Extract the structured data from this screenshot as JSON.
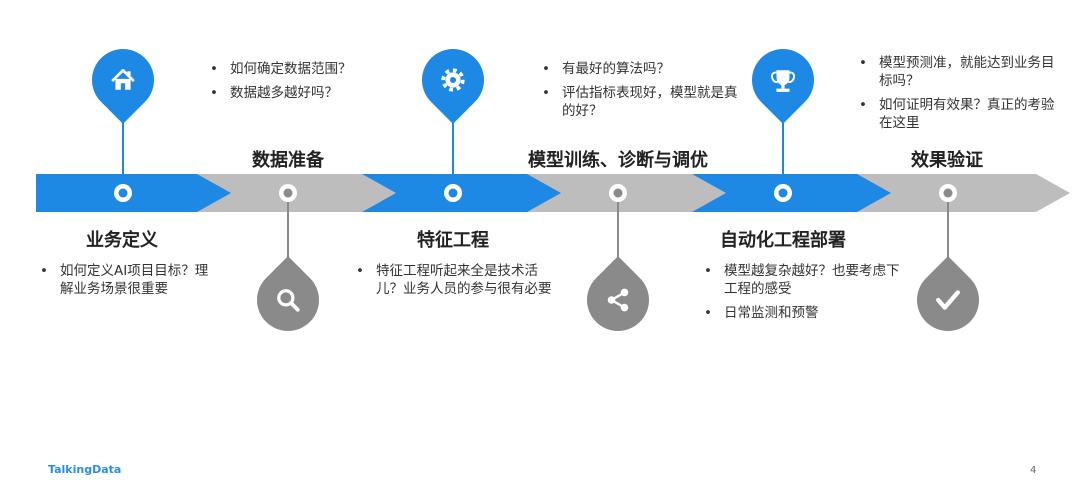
{
  "colors": {
    "blue": "#1e88e5",
    "grey": "#8a8a8a",
    "arrow_grey": "#bdbdbd"
  },
  "stages": [
    {
      "title": "业务定义",
      "color": "blue",
      "icon": "home-icon",
      "bullets": [
        "如何定义AI项目目标？理解业务场景很重要"
      ]
    },
    {
      "title": "数据准备",
      "color": "grey",
      "icon": "search-icon",
      "bullets": [
        "如何确定数据范围？",
        "数据越多越好吗？"
      ]
    },
    {
      "title": "特征工程",
      "color": "blue",
      "icon": "gear-icon",
      "bullets": [
        "特征工程听起来全是技术活儿？业务人员的参与很有必要"
      ]
    },
    {
      "title": "模型训练、诊断与调优",
      "color": "grey",
      "icon": "share-icon",
      "bullets": [
        "有最好的算法吗？",
        "评估指标表现好，模型就是真的好？"
      ]
    },
    {
      "title": "自动化工程部署",
      "color": "blue",
      "icon": "trophy-icon",
      "bullets": [
        "模型越复杂越好？也要考虑下工程的感受",
        "日常监测和预警"
      ]
    },
    {
      "title": "效果验证",
      "color": "grey",
      "icon": "check-icon",
      "bullets": [
        "模型预测准，就能达到业务目标吗？",
        "如何证明有效果？真正的考验在这里"
      ]
    }
  ],
  "footer": {
    "brand": "TalkingData",
    "page_number": "4"
  }
}
